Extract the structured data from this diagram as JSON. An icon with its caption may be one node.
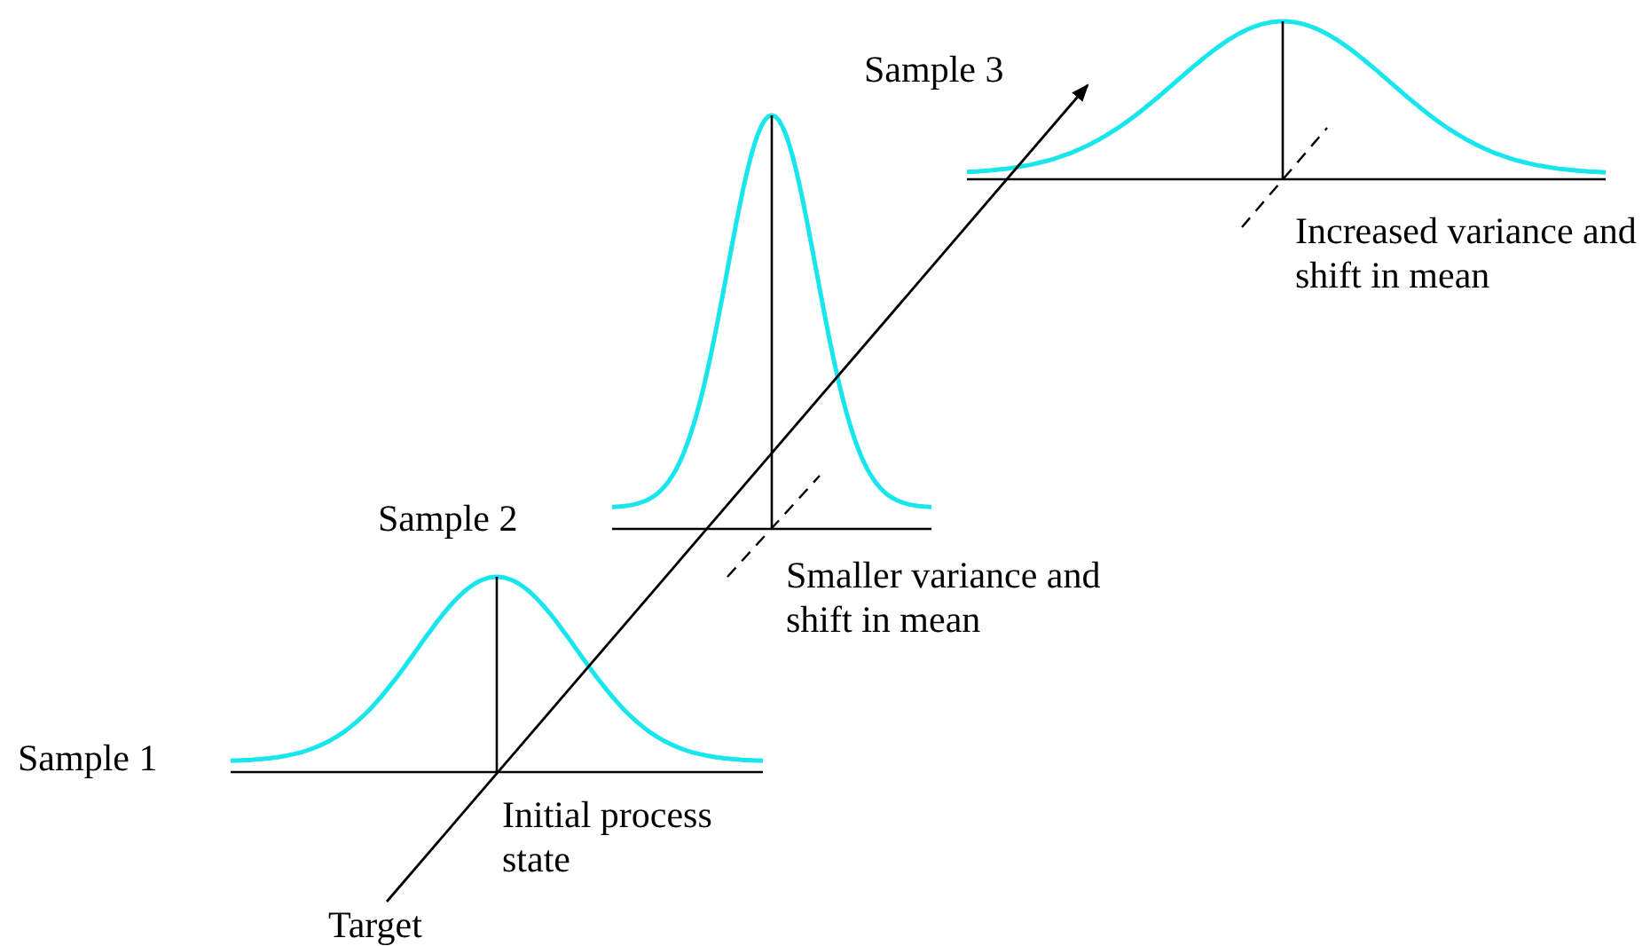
{
  "diagram": {
    "labels": [
      "Sample 3",
      "Sample 2",
      "Sample 1",
      "Increased variance and shift in mean",
      "Smaller variance and shift in mean",
      "Initial process state",
      "Target"
    ]
  }
}
